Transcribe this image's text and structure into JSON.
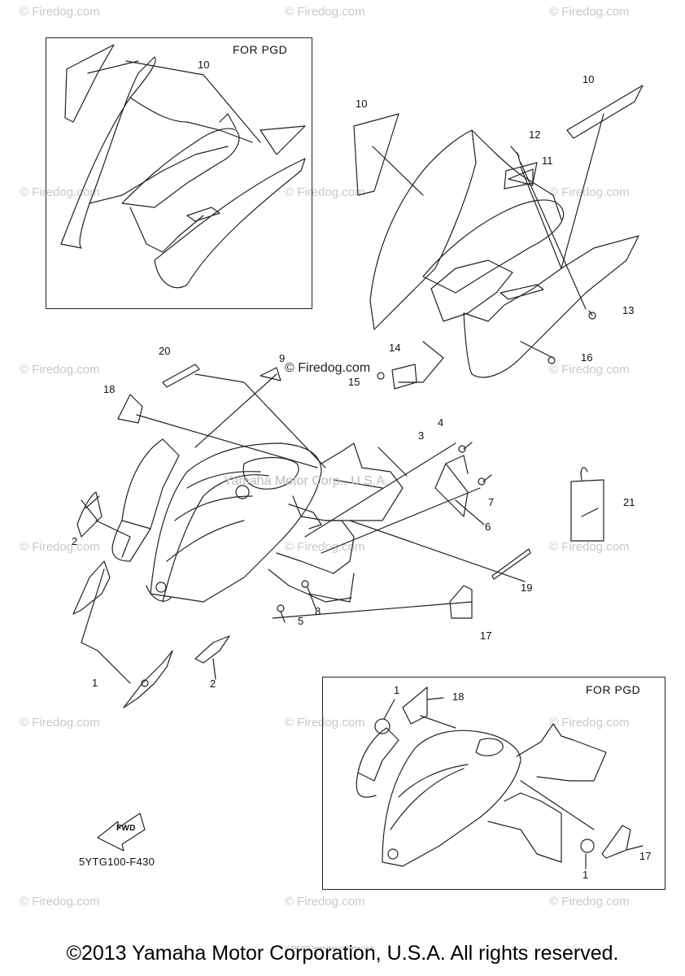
{
  "diagram": {
    "box_label": "FOR PGD",
    "part_code": "5YTG100-F430",
    "fwd_label": "FWD",
    "firedog_label": "© Firedog.com",
    "center_watermark": "Yamaha Motor Corp., U.S.A.",
    "tiny_notice": "(c) 2005-2015 Yamaha Motor Corporation, U.S.A.",
    "copyright": "©2013 Yamaha Motor Corporation, U.S.A. All rights reserved.",
    "watermark": "© Firedog.com"
  },
  "callouts": {
    "c1a": "1",
    "c1b": "1",
    "c1c": "1",
    "c2a": "2",
    "c2b": "2",
    "c3": "3",
    "c4": "4",
    "c5": "5",
    "c6": "6",
    "c7": "7",
    "c8": "8",
    "c9": "9",
    "c10a": "10",
    "c10b": "10",
    "c10c": "10",
    "c11": "11",
    "c12": "12",
    "c13": "13",
    "c14": "14",
    "c15": "15",
    "c16": "16",
    "c17a": "17",
    "c17b": "17",
    "c18a": "18",
    "c18b": "18",
    "c19": "19",
    "c20": "20",
    "c21": "21"
  }
}
